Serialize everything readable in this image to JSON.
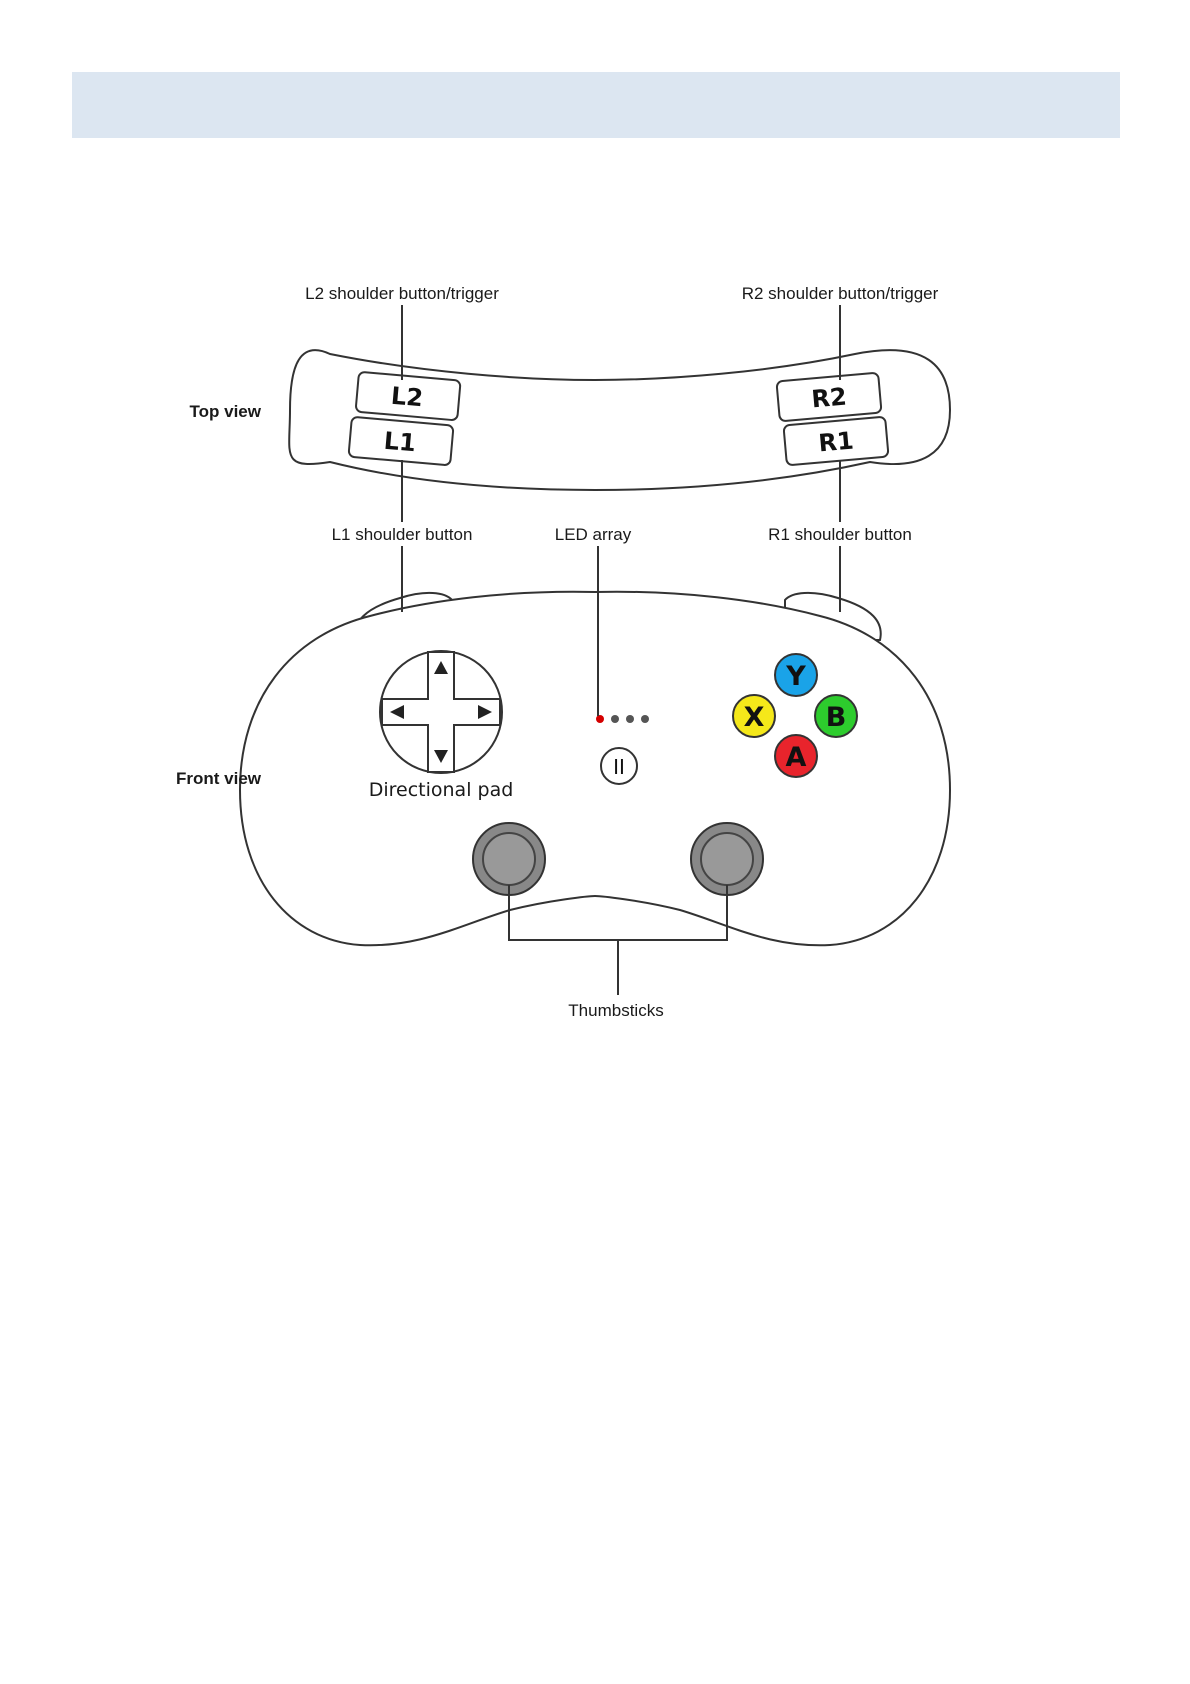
{
  "labels": {
    "l2": "L2 shoulder button/trigger",
    "r2": "R2 shoulder button/trigger",
    "top_view": "Top view",
    "front_view": "Front view",
    "l1": "L1 shoulder button",
    "led": "LED array",
    "r1": "R1 shoulder button",
    "dpad": "Directional pad",
    "thumbsticks": "Thumbsticks"
  },
  "shoulder_buttons": {
    "l2": "L2",
    "l1": "L1",
    "r2": "R2",
    "r1": "R1"
  },
  "face_buttons": {
    "y": "Y",
    "x": "X",
    "b": "B",
    "a": "A"
  },
  "pause_symbol": "II",
  "colors": {
    "header_band": "#dce6f1",
    "button_y": "#1aa3e8",
    "button_x": "#f5e81a",
    "button_b": "#2dcc2d",
    "button_a": "#e8242c",
    "led_on": "#d40000",
    "led_off": "#555555",
    "thumbstick": "#888888"
  }
}
